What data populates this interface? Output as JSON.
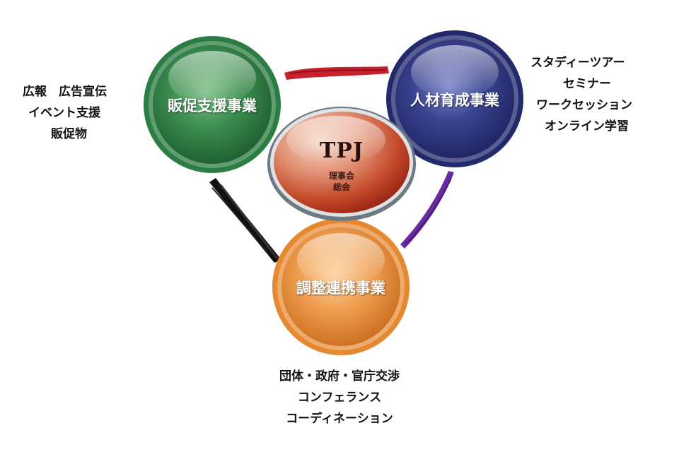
{
  "colors": {
    "green": "#2f8a48",
    "navy": "#262e73",
    "orange": "#e98d36",
    "center": "#c23a1e",
    "red_stroke": "#c8202c",
    "purple_stroke": "#6a2aa0",
    "black_stroke": "#111111"
  },
  "nodes": {
    "promotion": {
      "label": "販促支援事業"
    },
    "hr": {
      "label": "人材育成事業"
    },
    "coordination": {
      "label": "調整連携事業"
    },
    "center": {
      "title": "TPJ",
      "sub1": "理事会",
      "sub2": "総会"
    }
  },
  "lists": {
    "promotion": [
      "広報　広告宣伝",
      "イベント支援",
      "販促物"
    ],
    "hr": [
      "スタディーツアー",
      "セミナー",
      "ワークセッション",
      "オンライン学習"
    ],
    "coordination": [
      "団体・政府・官庁交渉",
      "コンフェランス",
      "コーディネーション"
    ]
  },
  "connectors": [
    {
      "from": "promotion",
      "to": "hr",
      "color_key": "red_stroke"
    },
    {
      "from": "promotion",
      "to": "coordination",
      "color_key": "black_stroke"
    },
    {
      "from": "hr",
      "to": "coordination",
      "color_key": "purple_stroke"
    }
  ]
}
